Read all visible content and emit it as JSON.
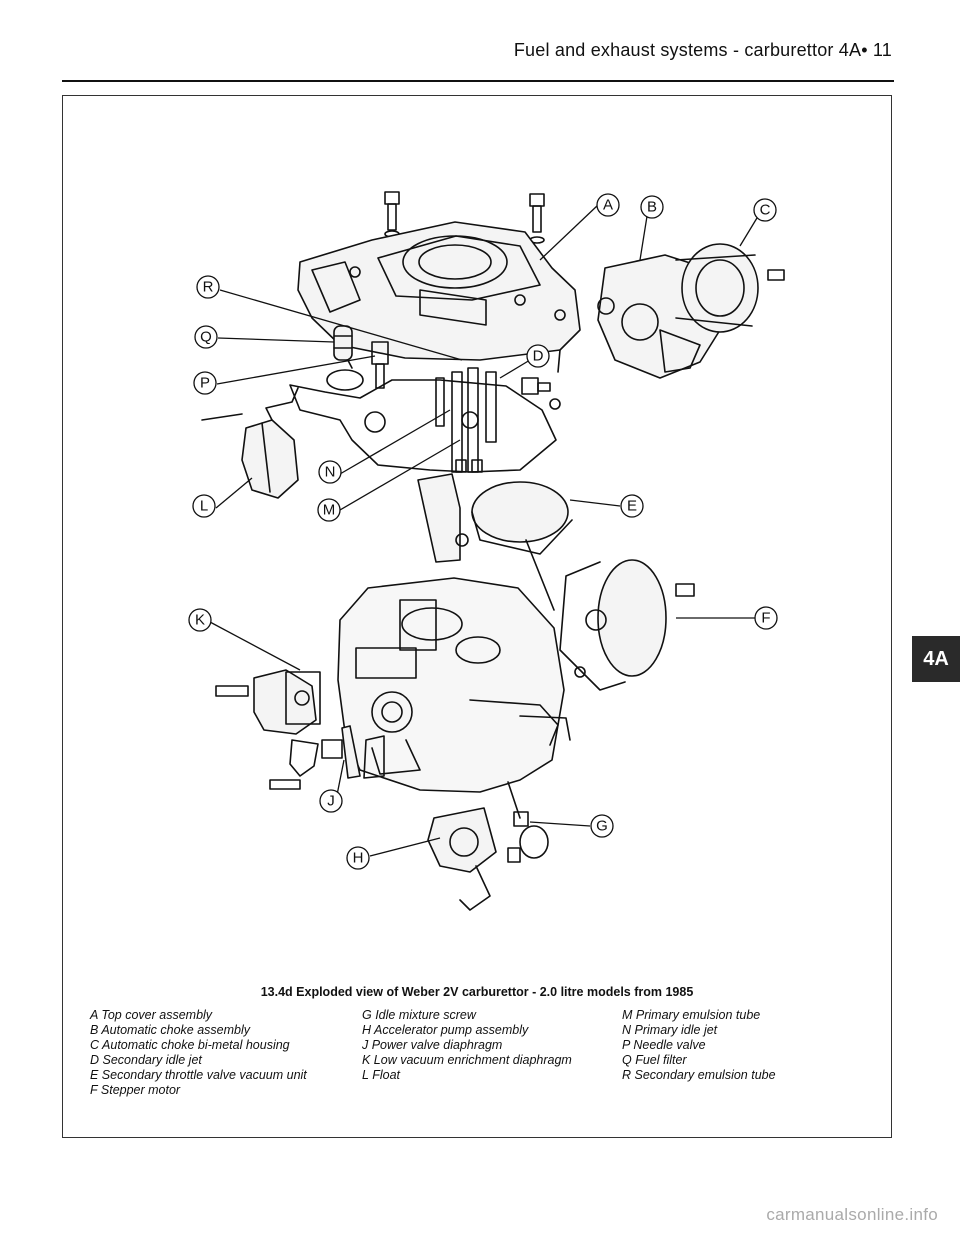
{
  "header": {
    "title": "Fuel and exhaust systems - carburettor  4A• 11"
  },
  "chapter_tab": "4A",
  "figure": {
    "caption": "13.4d Exploded view of Weber 2V carburettor - 2.0 litre models from 1985",
    "callouts": {
      "A": "A",
      "B": "B",
      "C": "C",
      "D": "D",
      "E": "E",
      "F": "F",
      "G": "G",
      "H": "H",
      "J": "J",
      "K": "K",
      "L": "L",
      "M": "M",
      "N": "N",
      "P": "P",
      "Q": "Q",
      "R": "R"
    },
    "legend": [
      [
        "A  Top cover assembly",
        "B  Automatic choke assembly",
        "C  Automatic choke bi-metal housing",
        "D  Secondary idle jet",
        "E  Secondary throttle valve vacuum unit",
        "F  Stepper motor"
      ],
      [
        "G  Idle mixture screw",
        "H  Accelerator pump assembly",
        "J  Power valve diaphragm",
        "K  Low vacuum enrichment diaphragm",
        "L  Float"
      ],
      [
        "M  Primary emulsion tube",
        "N  Primary idle jet",
        "P  Needle valve",
        "Q  Fuel filter",
        "R  Secondary emulsion tube"
      ]
    ]
  },
  "footer": {
    "watermark": "carmanualsonline.info"
  }
}
